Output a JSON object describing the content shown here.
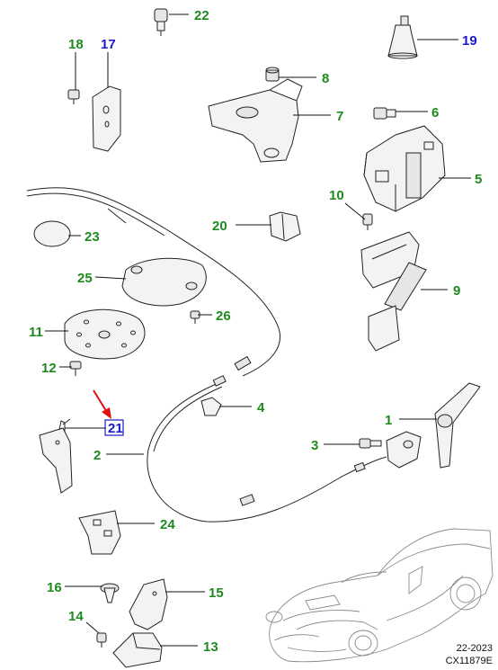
{
  "colors": {
    "callout_green": "#1e8a1e",
    "callout_blue": "#1a1acc",
    "highlight_box": "#1a1acc",
    "arrow_red": "#e01010",
    "line": "#111111"
  },
  "callouts": {
    "c1": "1",
    "c2": "2",
    "c3": "3",
    "c4": "4",
    "c5": "5",
    "c6": "6",
    "c7": "7",
    "c8": "8",
    "c9": "9",
    "c10": "10",
    "c11": "11",
    "c12": "12",
    "c13": "13",
    "c14": "14",
    "c15": "15",
    "c16": "16",
    "c17": "17",
    "c18": "18",
    "c19": "19",
    "c20": "20",
    "c21": "21",
    "c22": "22",
    "c23": "23",
    "c24": "24",
    "c25": "25",
    "c26": "26"
  },
  "highlighted_callout": "21",
  "footer": {
    "date_code": "22-2023",
    "diagram_code": "CX11879E"
  }
}
